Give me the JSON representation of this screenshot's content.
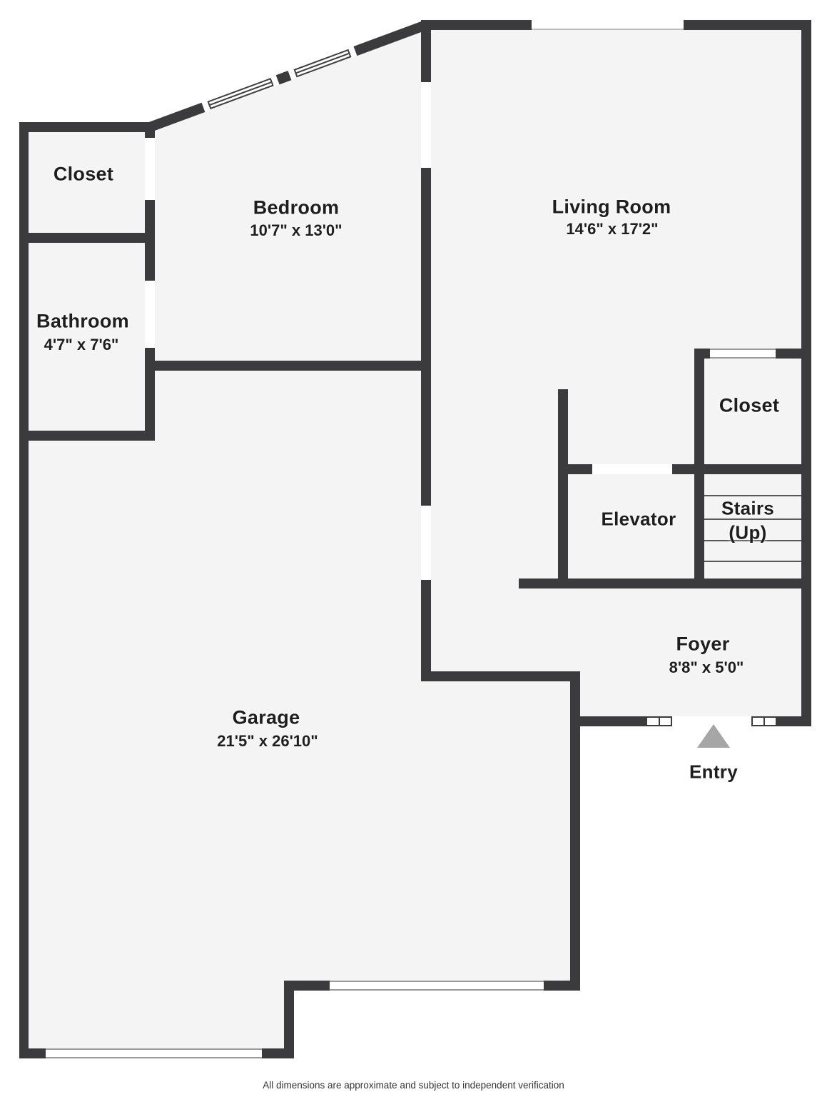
{
  "colors": {
    "wall": "#3b3b3d",
    "floor": "#f4f4f4",
    "background": "#ffffff",
    "entry_arrow": "#a6a6a6",
    "text": "#1e1e1e"
  },
  "rooms": {
    "closet_upper": {
      "name": "Closet"
    },
    "bedroom": {
      "name": "Bedroom",
      "dims": "10'7\" x 13'0\""
    },
    "living_room": {
      "name": "Living Room",
      "dims": "14'6\" x 17'2\""
    },
    "bathroom": {
      "name": "Bathroom",
      "dims": "4'7\" x 7'6\""
    },
    "closet_right": {
      "name": "Closet"
    },
    "elevator": {
      "name": "Elevator"
    },
    "stairs": {
      "name": "Stairs",
      "direction": "(Up)"
    },
    "foyer": {
      "name": "Foyer",
      "dims": "8'8\" x 5'0\""
    },
    "garage": {
      "name": "Garage",
      "dims": "21'5\" x 26'10\""
    }
  },
  "entry": {
    "label": "Entry"
  },
  "footer": {
    "disclaimer": "All dimensions are approximate and subject to independent verification"
  }
}
